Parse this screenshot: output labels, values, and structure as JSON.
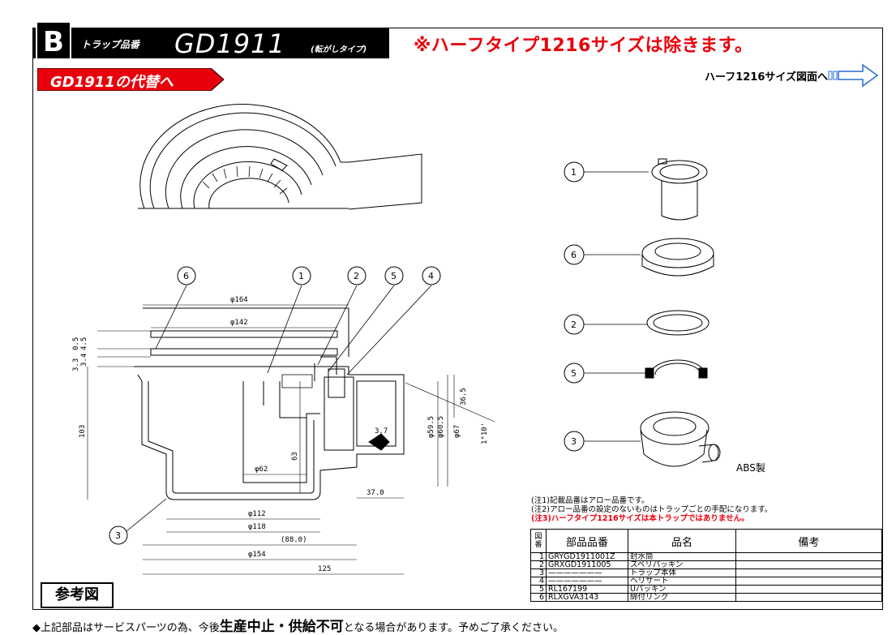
{
  "header": {
    "badge": "B",
    "part_label": "トラップ品番",
    "model": "GD1911",
    "type_note": "(転がしタイプ)",
    "notice": "※ハーフタイプ1216サイズは除きます。"
  },
  "alt_tag": "GD1911の代替へ",
  "half_link": "ハーフ1216サイズ図面へ",
  "callouts": [
    "6",
    "1",
    "2",
    "5",
    "4",
    "3"
  ],
  "exploded_callouts": [
    "1",
    "6",
    "2",
    "5",
    "3"
  ],
  "dimensions": {
    "d164": "φ164",
    "d142": "φ142",
    "d62": "φ62",
    "d112": "φ112",
    "d118": "φ118",
    "d88": "(88.0)",
    "d154": "φ154",
    "w125": "125",
    "w37": "37.0",
    "h103": "103",
    "h63": "63",
    "h36": "36.5",
    "d59": "φ59.5",
    "d60": "φ60.5",
    "d67": "φ67",
    "ang": "1°10'",
    "n37": "3.7",
    "t05": "0.5",
    "t4": "4.5",
    "t3": "3.4",
    "t33": "3.3"
  },
  "material": "ABS製",
  "notes": [
    "(注1)記載品番はアロー品番です。",
    "(注2)アロー品番の設定のないものはトラップごとの手配になります。"
  ],
  "note_red": "(注3)ハーフタイプ1216サイズは本トラップではありません。",
  "table": {
    "headers": {
      "no": "図番",
      "part": "部品品番",
      "name": "品名",
      "remark": "備考"
    },
    "rows": [
      {
        "no": "1",
        "part": "GRYGD1911001Z",
        "name": "封水筒",
        "remark": ""
      },
      {
        "no": "2",
        "part": "GRXGD1911005",
        "name": "スベリパッキン",
        "remark": ""
      },
      {
        "no": "3",
        "part": "———————",
        "name": "トラップ本体",
        "remark": ""
      },
      {
        "no": "4",
        "part": "———————",
        "name": "ヘリサート",
        "remark": ""
      },
      {
        "no": "5",
        "part": "RL167199",
        "name": "Uパッキン",
        "remark": ""
      },
      {
        "no": "6",
        "part": "RLXGVA3143",
        "name": "締付リング",
        "remark": ""
      }
    ]
  },
  "ref_label": "参考図",
  "footer": {
    "pre": "◆上記部品はサービスパーツの為、今後",
    "bold": "生産中止・供給不可",
    "post": "となる場合があります。予めご了承ください。"
  },
  "colors": {
    "accent": "#e8000b",
    "ink": "#000000"
  }
}
